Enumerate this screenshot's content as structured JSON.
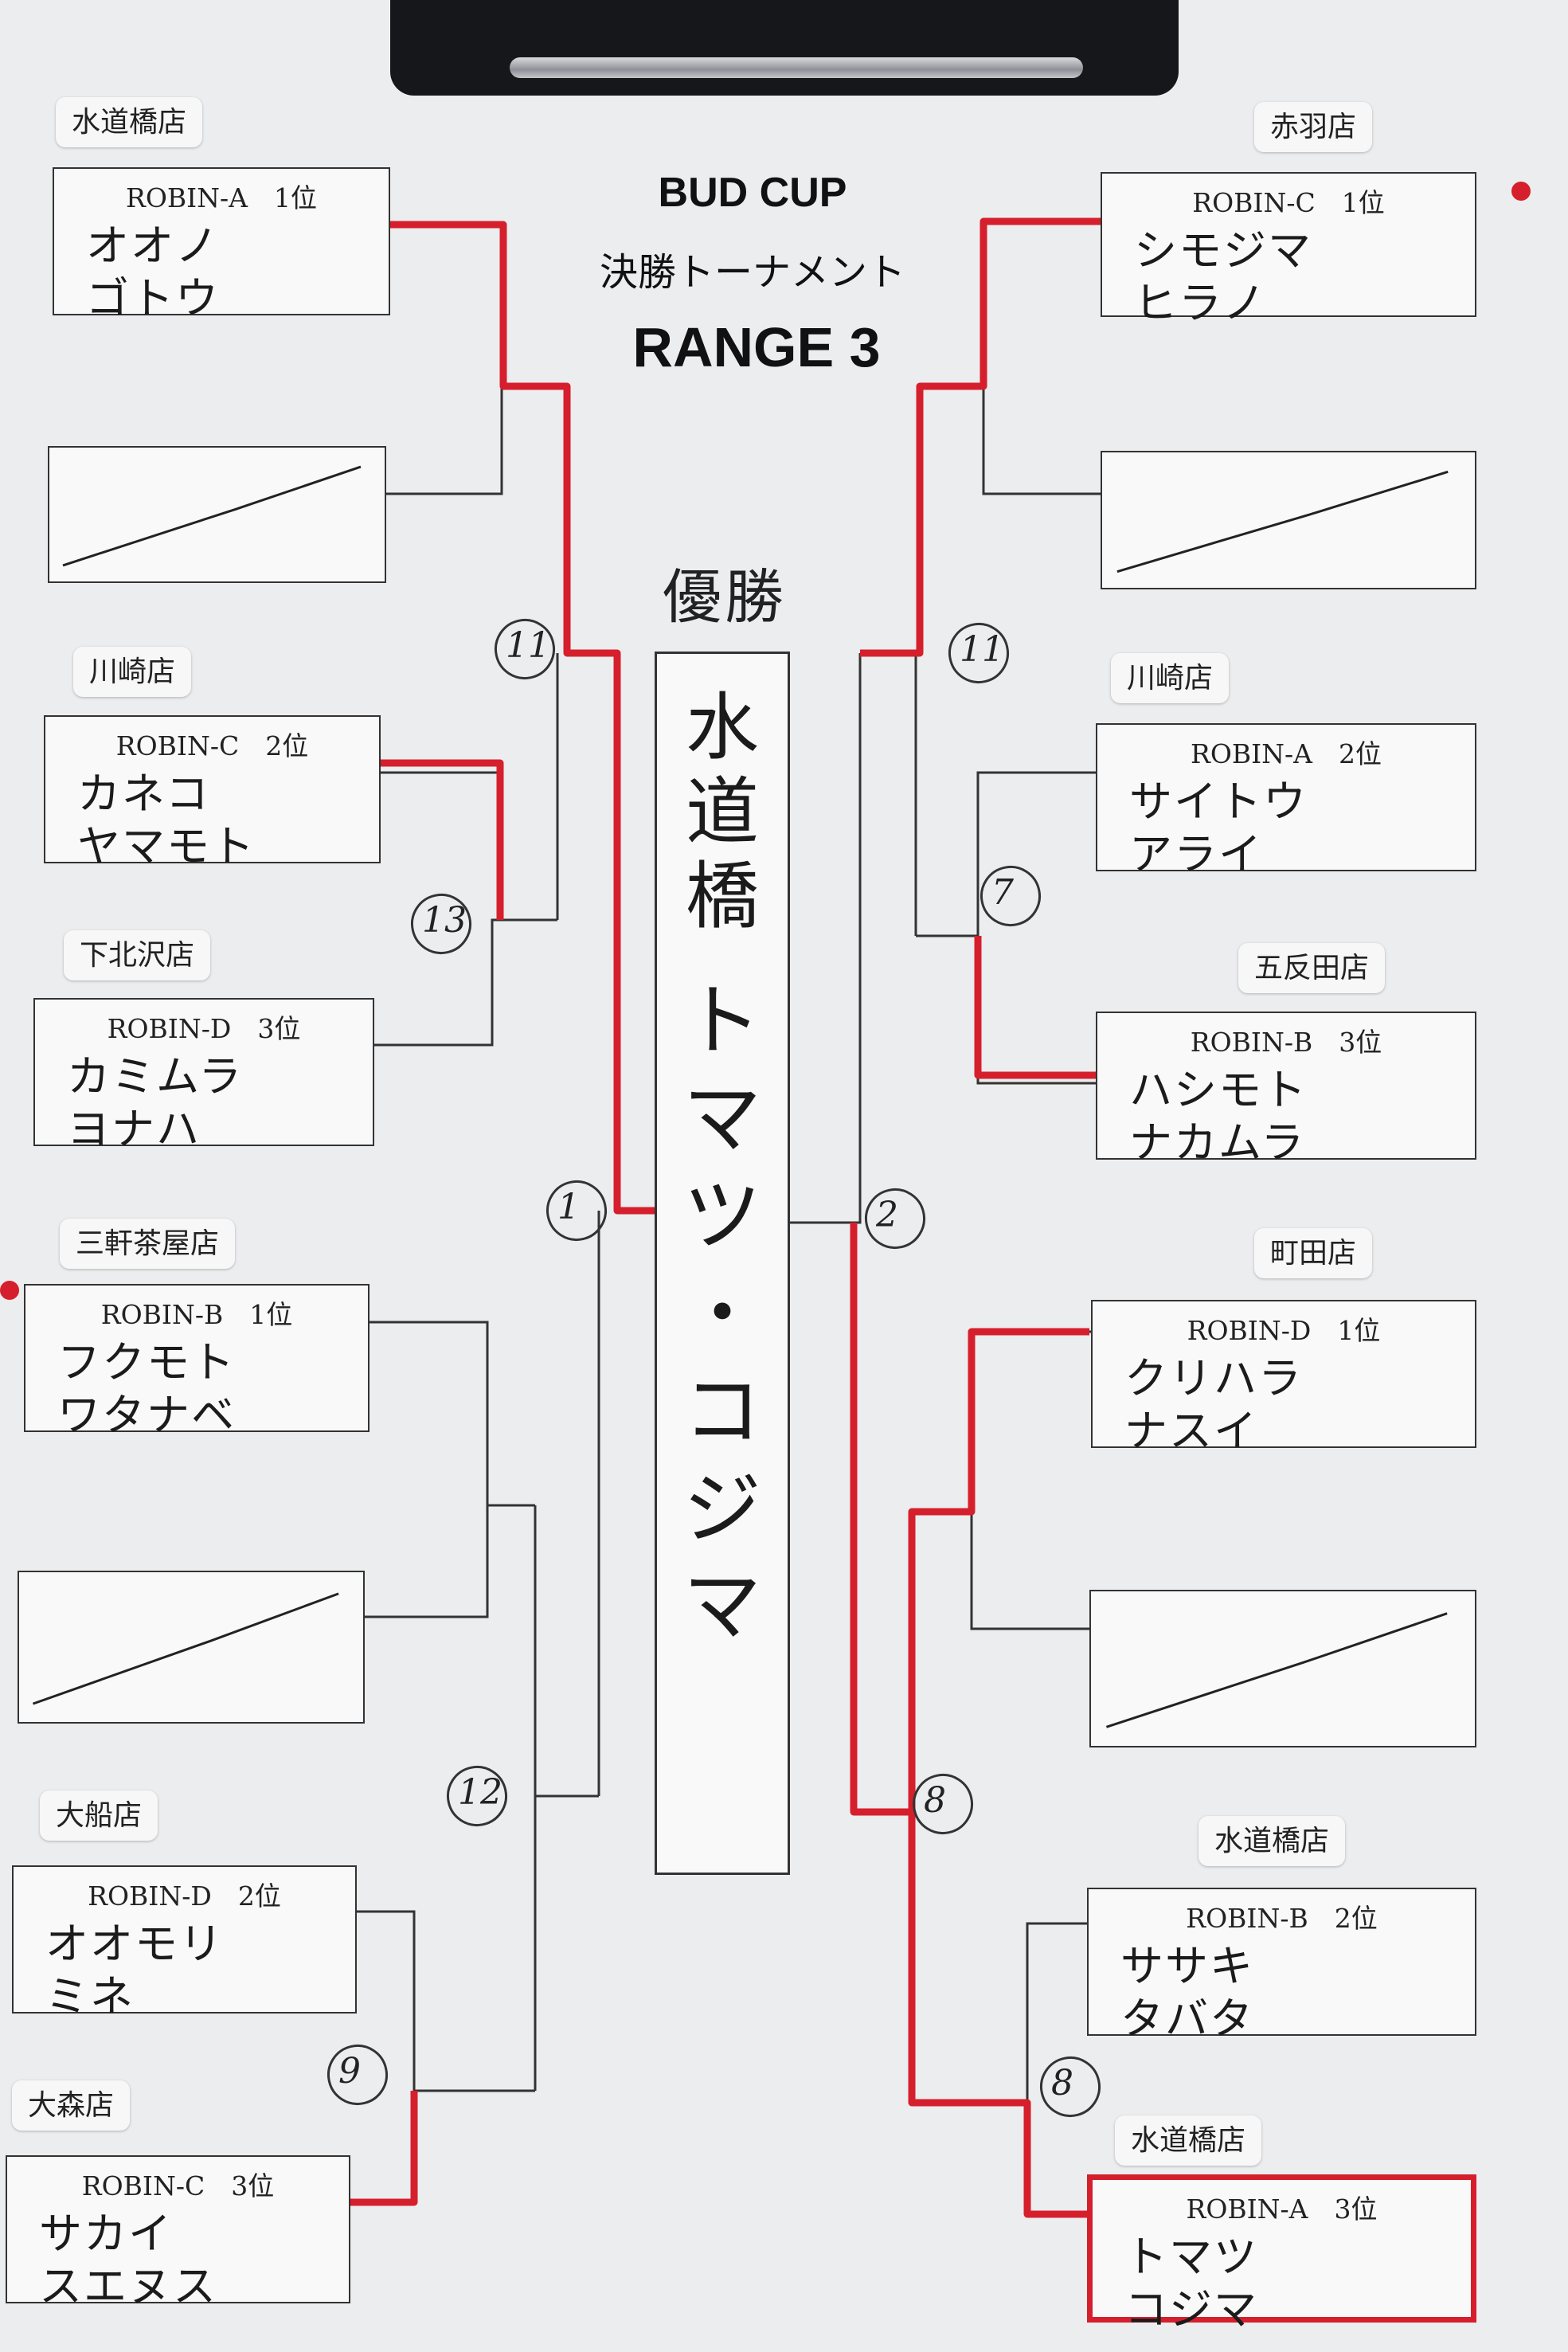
{
  "title": {
    "main": "BUD CUP",
    "sub": "決勝トーナメント",
    "range": "RANGE 3"
  },
  "champion": {
    "label": "優勝",
    "store": "水\n道\n橋",
    "names": "ト\nマ\nツ\n・\nコ\nジ\nマ"
  },
  "left": [
    {
      "store": "水道橋店",
      "head": "ROBIN-A　1位",
      "n1": "オオノ",
      "n2": "ゴトウ"
    },
    {
      "store": "",
      "head": "",
      "n1": "",
      "n2": ""
    },
    {
      "store": "川崎店",
      "head": "ROBIN-C　2位",
      "n1": "カネコ",
      "n2": "ヤマモト"
    },
    {
      "store": "下北沢店",
      "head": "ROBIN-D　3位",
      "n1": "カミムラ",
      "n2": "ヨナハ"
    },
    {
      "store": "三軒茶屋店",
      "head": "ROBIN-B　1位",
      "n1": "フクモト",
      "n2": "ワタナベ"
    },
    {
      "store": "",
      "head": "",
      "n1": "",
      "n2": ""
    },
    {
      "store": "大船店",
      "head": "ROBIN-D　2位",
      "n1": "オオモリ",
      "n2": "ミネ"
    },
    {
      "store": "大森店",
      "head": "ROBIN-C　3位",
      "n1": "サカイ",
      "n2": "スエヌス"
    }
  ],
  "right": [
    {
      "store": "赤羽店",
      "head": "ROBIN-C　1位",
      "n1": "シモジマ",
      "n2": "ヒラノ"
    },
    {
      "store": "",
      "head": "",
      "n1": "",
      "n2": ""
    },
    {
      "store": "川崎店",
      "head": "ROBIN-A　2位",
      "n1": "サイトウ",
      "n2": "アライ"
    },
    {
      "store": "五反田店",
      "head": "ROBIN-B　3位",
      "n1": "ハシモト",
      "n2": "ナカムラ"
    },
    {
      "store": "町田店",
      "head": "ROBIN-D　1位",
      "n1": "クリハラ",
      "n2": "ナスイ"
    },
    {
      "store": "",
      "head": "",
      "n1": "",
      "n2": ""
    },
    {
      "store": "水道橋店",
      "head": "ROBIN-B　2位",
      "n1": "ササキ",
      "n2": "タバタ"
    },
    {
      "store": "水道橋店",
      "head": "ROBIN-A　3位",
      "n1": "トマツ",
      "n2": "コジマ"
    }
  ],
  "matches": [
    "11",
    "13",
    "1",
    "12",
    "9",
    "11",
    "7",
    "2",
    "8",
    "8"
  ],
  "colors": {
    "paper": "#ecedef",
    "ink": "#222222",
    "highlight": "#d61f2c"
  }
}
